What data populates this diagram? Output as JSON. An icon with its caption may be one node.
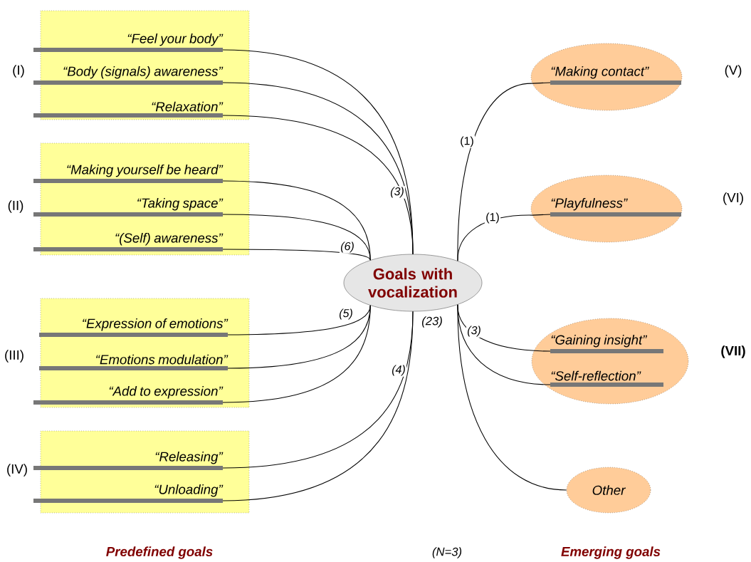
{
  "diagram": {
    "nodes": [
      {
        "text": [],
        "shape": "box",
        "beside": [
          "(I)"
        ]
      },
      {
        "text": [
          "“Feel your body”"
        ],
        "in": 0
      },
      {
        "text": [
          "“Body (signals) awareness”"
        ],
        "in": 0
      },
      {
        "text": [
          "“Relaxation”"
        ],
        "in": 0
      },
      {
        "text": [],
        "shape": "box",
        "beside": [
          "(II)"
        ]
      },
      {
        "text": [
          "“Making yourself be heard”"
        ],
        "in": 4
      },
      {
        "text": [
          "“Taking space”"
        ],
        "in": 4
      },
      {
        "text": [
          "“(Self) awareness”"
        ],
        "in": 4
      },
      {
        "text": [],
        "shape": "box",
        "beside": [
          "(III)"
        ]
      },
      {
        "text": [
          "“Expression of emotions”"
        ],
        "in": 8
      },
      {
        "text": [
          "“Emotions modulation”"
        ],
        "in": 8
      },
      {
        "text": [
          "“Add to expression”"
        ],
        "in": 8
      },
      {
        "text": [],
        "shape": "box",
        "beside": [
          "(IV)"
        ]
      },
      {
        "text": [
          "“Releasing”"
        ],
        "in": 12
      },
      {
        "text": [
          "“Unloading”"
        ],
        "in": 12
      },
      {
        "text": [
          "Goals with vocalization"
        ]
      },
      {
        "text": [
          "“Making contact”"
        ],
        "beside": [
          "(V)"
        ]
      },
      {
        "text": [
          "“Playfulness”"
        ],
        "beside": [
          "(VI)"
        ]
      },
      {
        "text": [],
        "shape": "ellipse",
        "beside": [
          "(VII)"
        ]
      },
      {
        "text": [
          "“Gaining insight”"
        ],
        "in": 18
      },
      {
        "text": [
          "“Self-reflection”"
        ],
        "in": 18
      },
      {
        "text": [
          "Other"
        ]
      }
    ],
    "edges": [
      {
        "from": 1,
        "to": 15,
        "arrow": "none"
      },
      {
        "from": 2,
        "to": 15,
        "arrow": "none"
      },
      {
        "from": 3,
        "to": 15,
        "arrow": "none",
        "label": "(3)"
      },
      {
        "from": 5,
        "to": 15,
        "arrow": "none"
      },
      {
        "from": 6,
        "to": 15,
        "arrow": "none"
      },
      {
        "from": 7,
        "to": 15,
        "arrow": "none",
        "label": "(6)"
      },
      {
        "from": 9,
        "to": 15,
        "arrow": "none",
        "label": "(5)"
      },
      {
        "from": 10,
        "to": 15,
        "arrow": "none"
      },
      {
        "from": 11,
        "to": 15,
        "arrow": "none"
      },
      {
        "from": 13,
        "to": 15,
        "arrow": "none",
        "label": "(4)"
      },
      {
        "from": 14,
        "to": 15,
        "arrow": "none"
      },
      {
        "from": 15,
        "to": 16,
        "arrow": "none",
        "label": "(1)"
      },
      {
        "from": 15,
        "to": 17,
        "arrow": "none",
        "label": "(1)"
      },
      {
        "from": 15,
        "to": 19,
        "arrow": "none",
        "label": "(3)"
      },
      {
        "from": 15,
        "to": 20,
        "arrow": "none"
      },
      {
        "from": 15,
        "to": 21,
        "arrow": "none"
      }
    ],
    "labels": [
      "(23)",
      "Predefined goals",
      "(N=3)",
      "Emerging goals"
    ]
  }
}
